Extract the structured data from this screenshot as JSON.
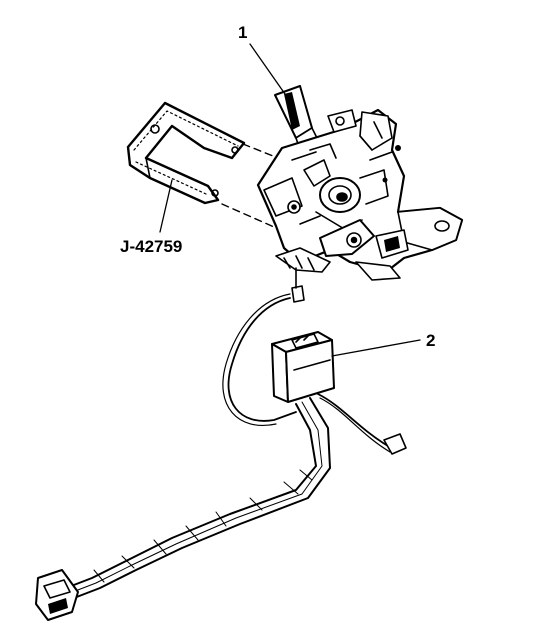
{
  "diagram": {
    "callouts": [
      {
        "id": "callout-1",
        "label": "1"
      },
      {
        "id": "callout-2",
        "label": "2"
      }
    ],
    "tool_label": "J-42759"
  },
  "colors": {
    "line": "#000000",
    "background": "#ffffff"
  }
}
